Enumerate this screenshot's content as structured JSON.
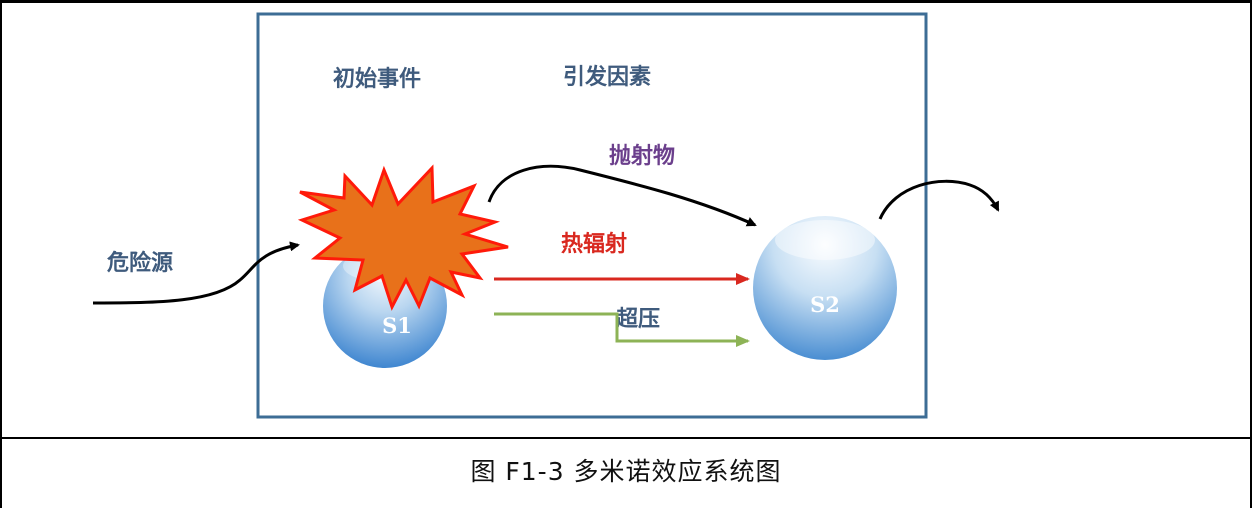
{
  "diagram": {
    "labels": {
      "initial_event": "初始事件",
      "trigger_factor": "引发因素",
      "hazard_source": "危险源",
      "projectile": "抛射物",
      "heat_radiation": "热辐射",
      "overpressure": "超压"
    },
    "nodes": {
      "s1": "S1",
      "s2": "S2"
    },
    "colors": {
      "label_blue": "#3f5b7d",
      "projectile": "#6b3f8c",
      "heat_radiation": "#d9281f",
      "overpressure": "#8db356",
      "explosion_fill": "#e87618",
      "explosion_stroke": "#ff1a0a",
      "box_border": "#3d6d95",
      "sphere_light": "#eef5fc",
      "sphere_dark": "#4b8fd4"
    }
  },
  "caption": "图 F1-3 多米诺效应系统图"
}
